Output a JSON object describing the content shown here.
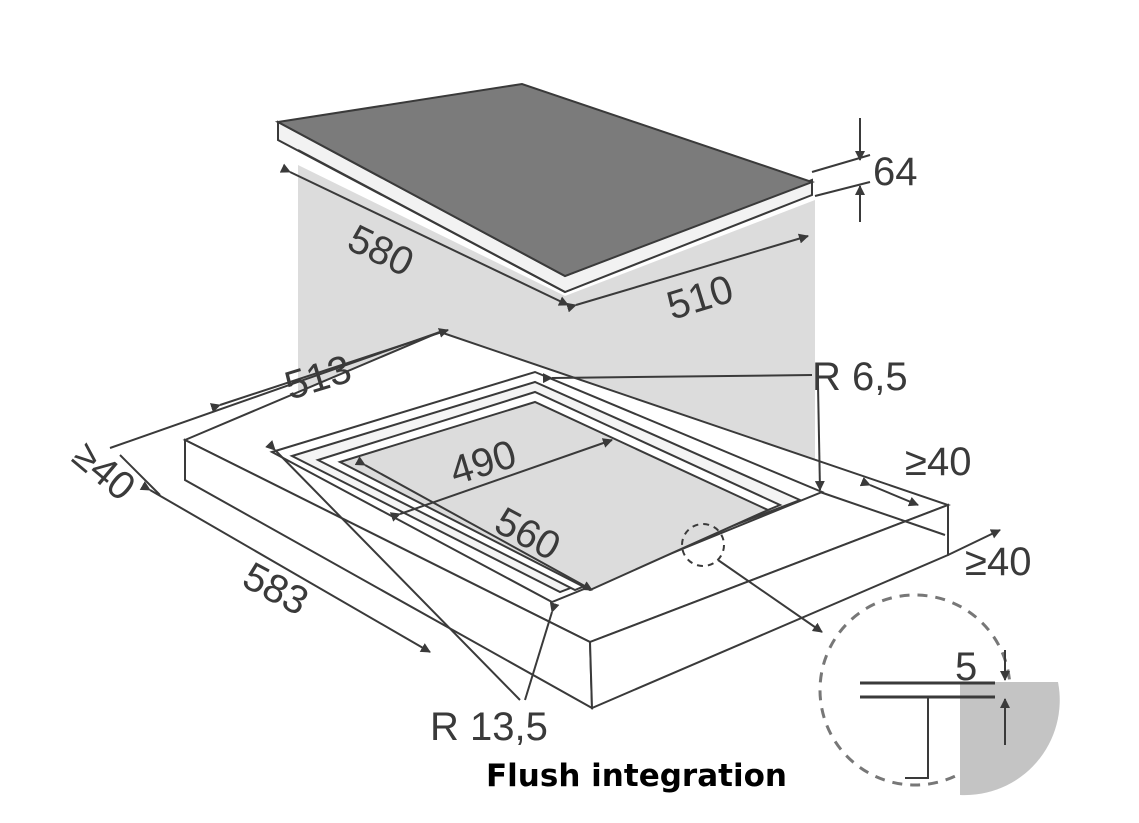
{
  "title": "Flush integration",
  "dimensions": {
    "hob_depth": "580",
    "hob_width": "510",
    "hob_height": "64",
    "cutout_outer_width": "513",
    "cutout_inner_depth": "490",
    "cutout_inner_width": "560",
    "cutout_outer_depth": "583",
    "front_clearance": "≥40",
    "side_clearance_right": "≥40",
    "rear_clearance": "≥40",
    "radius_small": "R 6,5",
    "radius_large": "R 13,5",
    "flush_depth": "5"
  },
  "colors": {
    "line": "#3a3a3a",
    "hob_top": "#7b7b7b",
    "shade": "#dcdcdc",
    "detail_fill": "#c4c4c4"
  }
}
